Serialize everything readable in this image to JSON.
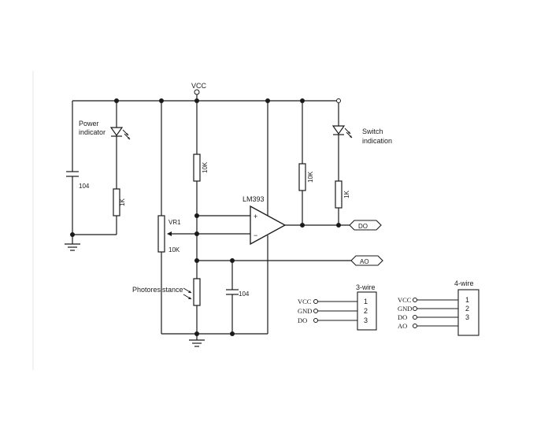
{
  "labels": {
    "vcc": "VCC",
    "power_indicator_1": "Power",
    "power_indicator_2": "indicator",
    "switch_indication_1": "Switch",
    "switch_indication_2": "indication",
    "cap_left": "104",
    "res_left": "1K",
    "res_mid": "10K",
    "comparator": "LM393",
    "res_right1": "10K",
    "res_right2": "1K",
    "vr1": "VR1",
    "vr1_value": "10K",
    "photoresistance": "Photoresistance",
    "cap_mid": "104",
    "plus": "+",
    "minus": "−",
    "output_do": "DO",
    "output_ao": "AO"
  },
  "connector_3wire": {
    "title": "3-wire",
    "signals": [
      "VCC",
      "GND",
      "DO"
    ],
    "pins": [
      "1",
      "2",
      "3"
    ]
  },
  "connector_4wire": {
    "title": "4-wire",
    "signals": [
      "VCC",
      "GND",
      "DO",
      "AO"
    ],
    "pins": [
      "1",
      "2",
      "3"
    ]
  }
}
